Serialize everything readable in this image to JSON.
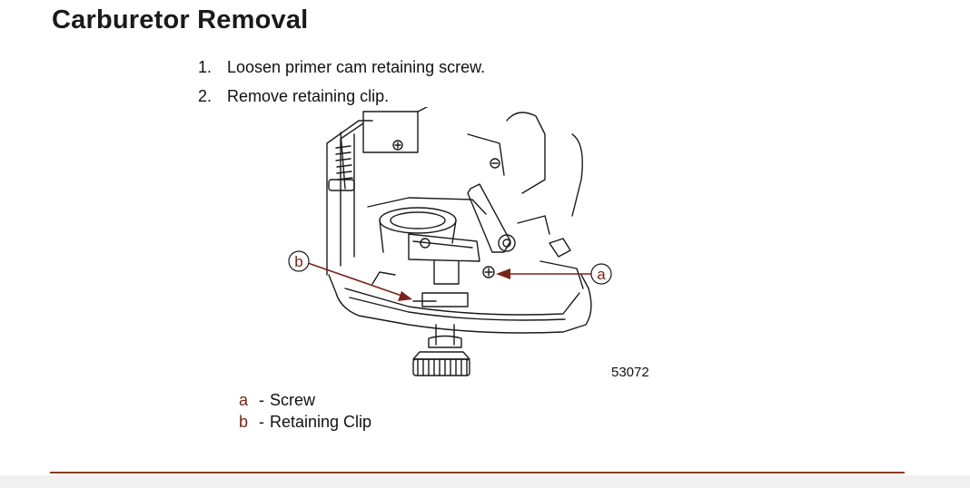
{
  "title": "Carburetor Removal",
  "steps": [
    {
      "num": "1.",
      "text": "Loosen primer cam retaining screw."
    },
    {
      "num": "2.",
      "text": "Remove retaining clip."
    }
  ],
  "figure": {
    "callouts": [
      {
        "letter": "a"
      },
      {
        "letter": "b"
      }
    ],
    "number": "53072"
  },
  "legend": [
    {
      "letter": "a",
      "sep": "-",
      "label": "Screw"
    },
    {
      "letter": "b",
      "sep": "-",
      "label": "Retaining Clip"
    }
  ],
  "colors": {
    "accent": "#8b3a1e",
    "callout": "#7a2418"
  }
}
